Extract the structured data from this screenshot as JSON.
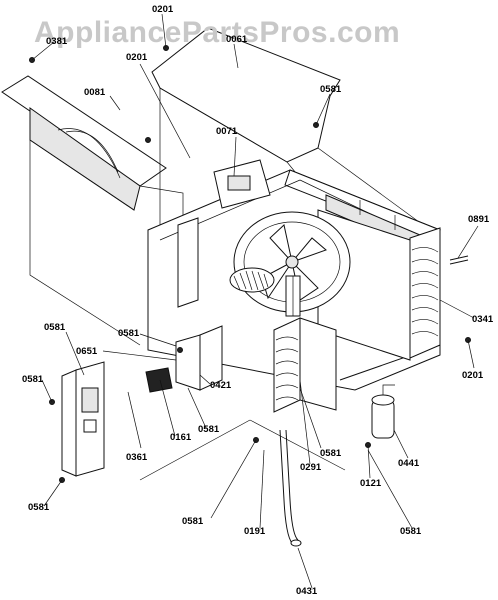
{
  "watermark": "AppliancePartsPros.com",
  "labels": [
    "0201",
    "0381",
    "0201",
    "0061",
    "0581",
    "0081",
    "0071",
    "0891",
    "0341",
    "0581",
    "0581",
    "0651",
    "0581",
    "0421",
    "0581",
    "0161",
    "0361",
    "0201",
    "0581",
    "0291",
    "0441",
    "0121",
    "0581",
    "0581",
    "0191",
    "0581",
    "0431"
  ]
}
